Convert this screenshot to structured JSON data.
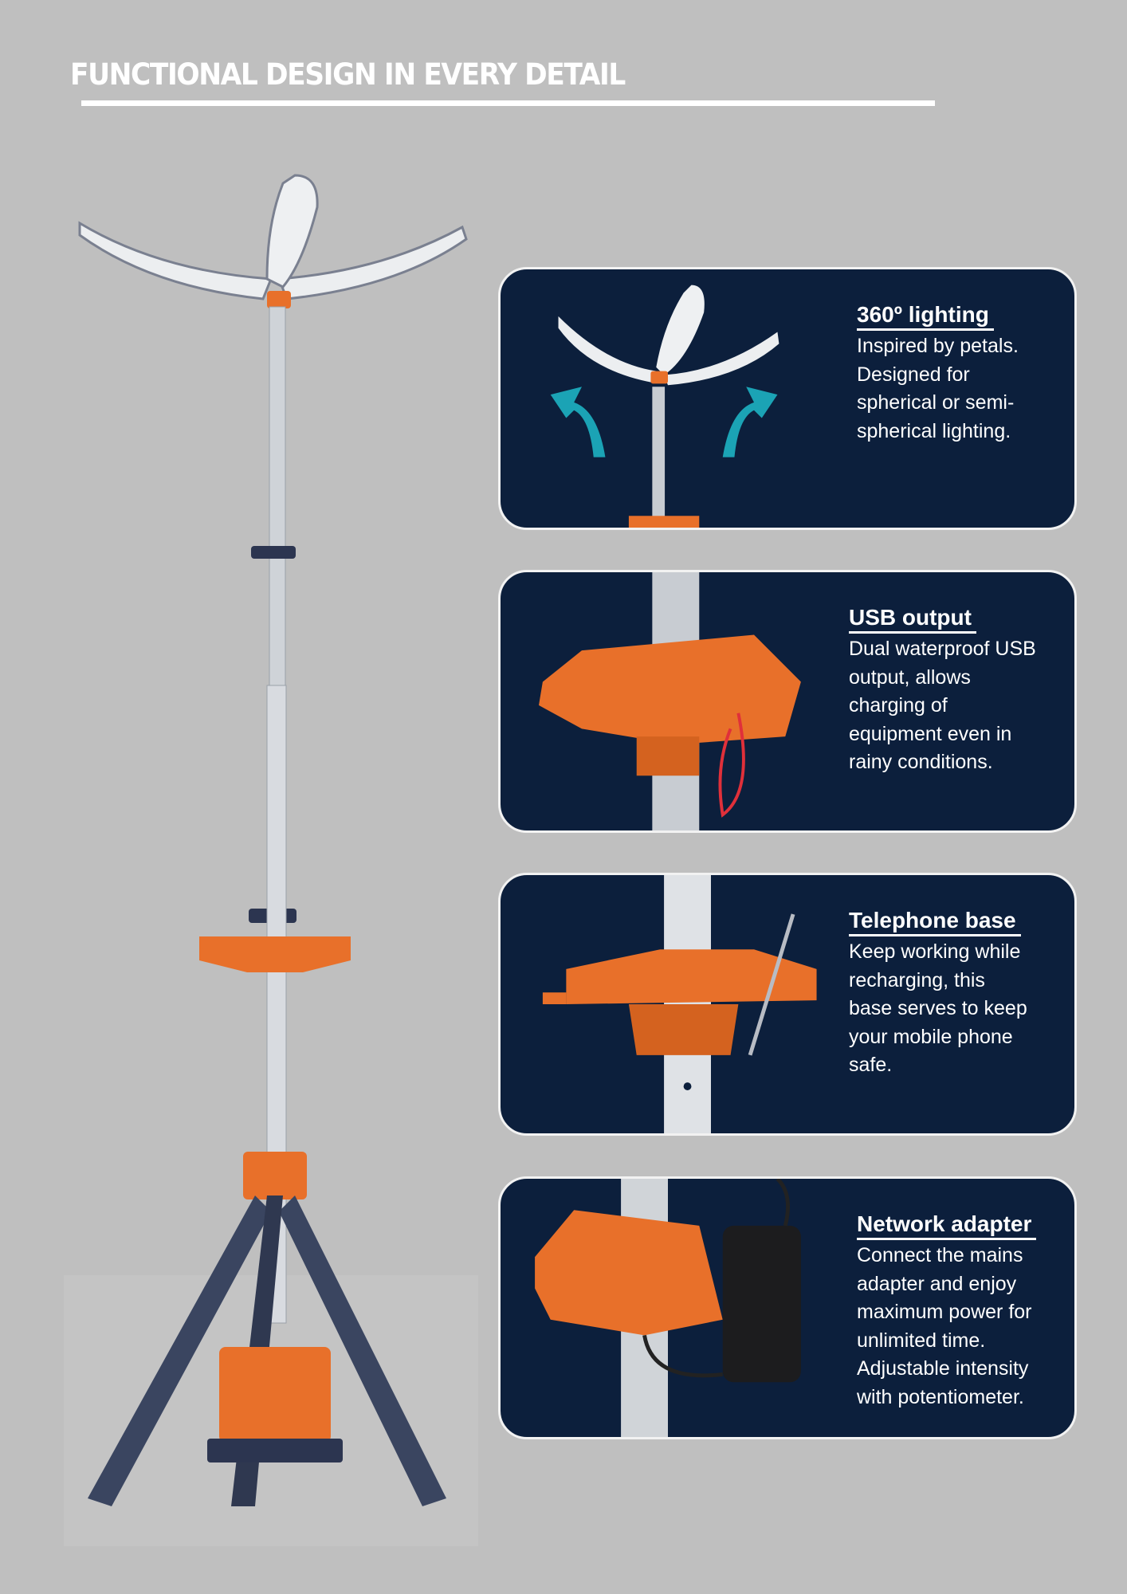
{
  "header": {
    "title": "FUNCTIONAL DESIGN IN EVERY DETAIL"
  },
  "colors": {
    "background": "#bfbfbf",
    "card": "#0c1f3c",
    "accent_orange": "#e8702a",
    "arrow_teal": "#1ba3b5",
    "frame_navy": "#3a4560"
  },
  "features": [
    {
      "title": "360º lighting",
      "lines": [
        "Inspired by petals.",
        "Designed for",
        "spherical or semi-",
        "spherical lighting."
      ]
    },
    {
      "title": "USB output",
      "lines": [
        "Dual waterproof USB",
        "output, allows",
        "charging of",
        "equipment even in",
        "rainy conditions."
      ]
    },
    {
      "title": "Telephone base",
      "lines": [
        "Keep working while",
        "recharging, this",
        "base serves to keep",
        "your mobile phone",
        "safe."
      ]
    },
    {
      "title": "Network adapter",
      "lines": [
        "Connect the mains",
        "adapter and enjoy",
        "maximum power for",
        "unlimited time.",
        "Adjustable intensity",
        "with potentiometer."
      ]
    }
  ]
}
